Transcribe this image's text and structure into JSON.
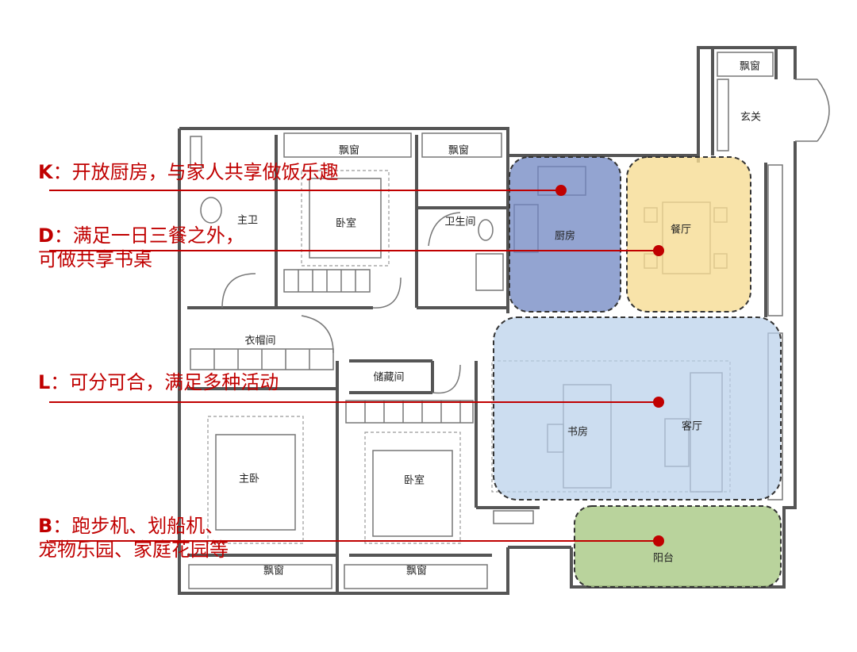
{
  "annotations": [
    {
      "code": "K",
      "text": "：开放厨房，与家人共享做饭乐趣",
      "line2": ""
    },
    {
      "code": "D",
      "text": "：满足一日三餐之外，",
      "line2": "可做共享书桌"
    },
    {
      "code": "L",
      "text": "：可分可合，满足多种活动",
      "line2": ""
    },
    {
      "code": "B",
      "text": "：跑步机、划船机、",
      "line2": "宠物乐园、家庭花园等"
    }
  ],
  "rooms": {
    "bay_window_top_left": "飘窗",
    "bay_window_top_mid": "飘窗",
    "bay_window_entry": "飘窗",
    "entry": "玄关",
    "bedroom_top": "卧室",
    "bathroom": "卫生间",
    "kitchen": "厨房",
    "dining": "餐厅",
    "wardrobe": "衣帽间",
    "storage": "储藏间",
    "study": "书房",
    "living": "客厅",
    "master_bedroom": "主卧",
    "bedroom_bottom": "卧室",
    "balcony": "阳台",
    "bay_window_bottom_left": "飘窗",
    "bay_window_bottom_mid": "飘窗",
    "master_bath_partial": "主卫"
  },
  "zone_colors": {
    "kitchen": "#6f86c2",
    "dining": "#f6dc93",
    "living": "#b9d0ea",
    "balcony": "#a9c986",
    "annotation": "#c00000"
  }
}
